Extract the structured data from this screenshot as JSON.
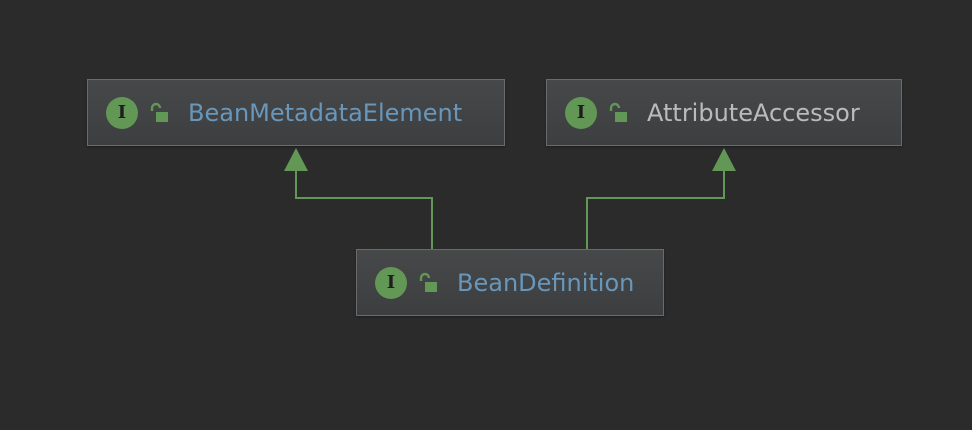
{
  "colors": {
    "background": "#2b2b2b",
    "interface_badge": "#629755",
    "edge": "#629755",
    "link_text": "#6897bb",
    "plain_text": "#bbbbbb"
  },
  "nodes": [
    {
      "id": "bean-metadata-element",
      "badge": "I",
      "icon": "unlocked-padlock-icon",
      "label": "BeanMetadataElement",
      "label_color": "#6897bb"
    },
    {
      "id": "attribute-accessor",
      "badge": "I",
      "icon": "unlocked-padlock-icon",
      "label": "AttributeAccessor",
      "label_color": "#bbbbbb"
    },
    {
      "id": "bean-definition",
      "badge": "I",
      "icon": "unlocked-padlock-icon",
      "label": "BeanDefinition",
      "label_color": "#6897bb"
    }
  ],
  "edges": [
    {
      "from": "bean-definition",
      "to": "bean-metadata-element",
      "type": "extends"
    },
    {
      "from": "bean-definition",
      "to": "attribute-accessor",
      "type": "extends"
    }
  ]
}
